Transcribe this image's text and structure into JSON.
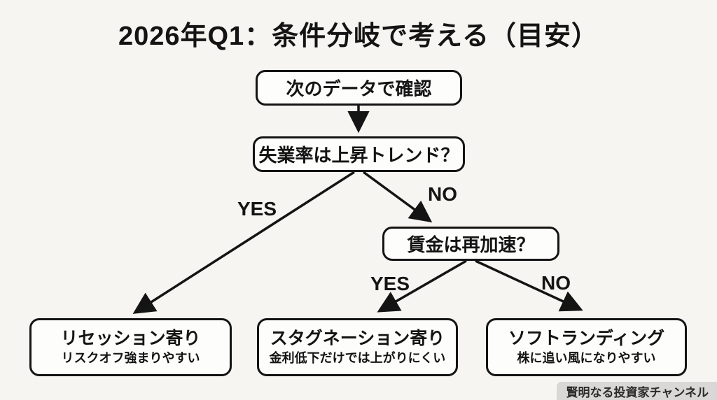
{
  "title": "2026年Q1：条件分岐で考える（目安）",
  "flowchart": {
    "start": "次のデータで確認",
    "decision1": "失業率は上昇トレンド？",
    "decision2": "賃金は再加速？",
    "labels": {
      "d1_yes": "YES",
      "d1_no": "NO",
      "d2_yes": "YES",
      "d2_no": "NO"
    },
    "outcomes": [
      {
        "title": "リセッション寄り",
        "subtitle": "リスクオフ強まりやすい"
      },
      {
        "title": "スタグネーション寄り",
        "subtitle": "金利低下だけでは上がりにくい"
      },
      {
        "title": "ソフトランディング",
        "subtitle": "株に追い風になりやすい"
      }
    ]
  },
  "watermark": "賢明なる投資家チャンネル",
  "colors": {
    "background": "#f7f5f1",
    "box_fill": "#fdfdfc",
    "line": "#141414",
    "watermark_bg": "#d9d8d6"
  }
}
